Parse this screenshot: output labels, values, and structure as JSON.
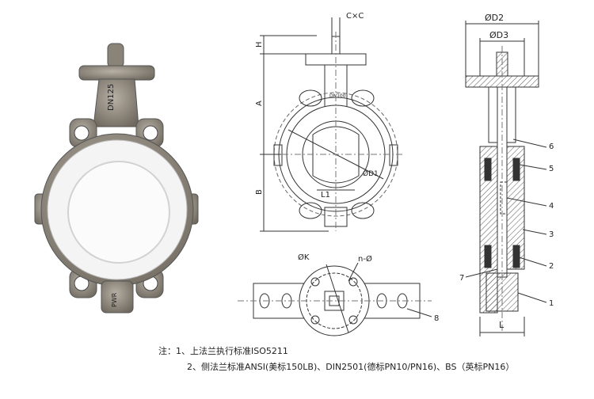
{
  "dims": {
    "cxc": "C×C",
    "h": "H",
    "a": "A",
    "b": "B",
    "l1": "L1",
    "d1": "ØD1",
    "d2": "ØD2",
    "d3": "ØD3",
    "k": "ØK",
    "n_phi": "n-Ø",
    "l": "L"
  },
  "parts": [
    "1",
    "2",
    "3",
    "4",
    "5",
    "6",
    "7",
    "8"
  ],
  "photo": {
    "body_marking": "DN125",
    "lower_marking": "PWR"
  },
  "drawing_marking": "DN100",
  "notes": {
    "prefix": "注：",
    "line1": "1、上法兰执行标准ISO5211",
    "line2": "2、侧法兰标准ANSI(美标150LB)、DIN2501(德标PN10/PN16)、BS（英标PN16）"
  },
  "colors": {
    "metal": "#8c8478",
    "ptfe": "#f4f4f4",
    "line": "#333333",
    "hatch": "#444444"
  }
}
